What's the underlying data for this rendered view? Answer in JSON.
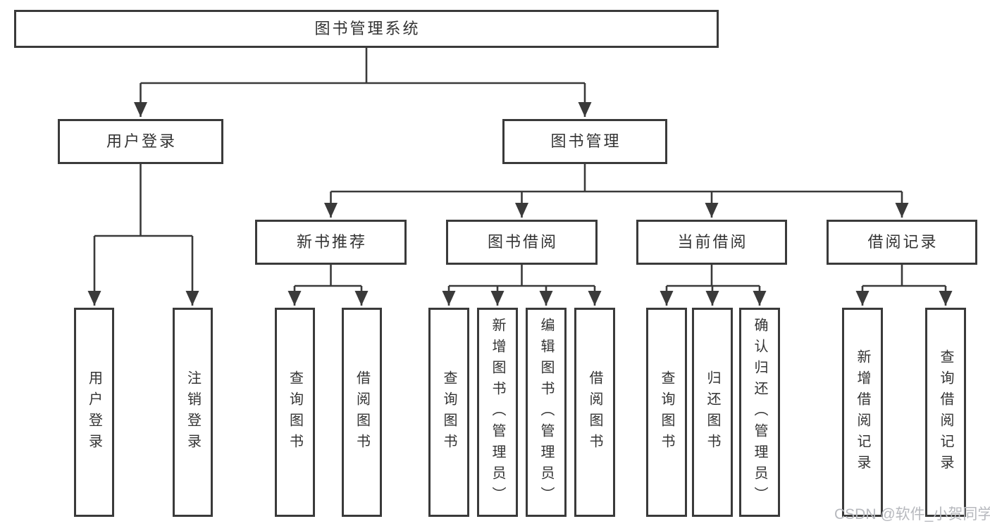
{
  "colors": {
    "line": "#3a3a3a",
    "node_border": "#3a3a3a",
    "node_text": "#333333",
    "watermark_text": "#b7b9be"
  },
  "chart": {
    "root": {
      "label": "图书管理系统"
    },
    "branches": [
      {
        "label": "用户登录",
        "children": [
          {
            "label": "用户登录"
          },
          {
            "label": "注销登录"
          }
        ]
      },
      {
        "label": "图书管理",
        "children": [
          {
            "label": "新书推荐",
            "children": [
              {
                "label": "查询图书"
              },
              {
                "label": "借阅图书"
              }
            ]
          },
          {
            "label": "图书借阅",
            "children": [
              {
                "label": "查询图书"
              },
              {
                "label": "新增图书（管理员）"
              },
              {
                "label": "编辑图书（管理员）"
              },
              {
                "label": "借阅图书"
              }
            ]
          },
          {
            "label": "当前借阅",
            "children": [
              {
                "label": "查询图书"
              },
              {
                "label": "归还图书"
              },
              {
                "label": "确认归还（管理员）"
              }
            ]
          },
          {
            "label": "借阅记录",
            "children": [
              {
                "label": "新增借阅记录"
              },
              {
                "label": "查询借阅记录"
              }
            ]
          }
        ]
      }
    ]
  },
  "watermark": {
    "text": "CSDN @软件_小贺同学"
  }
}
